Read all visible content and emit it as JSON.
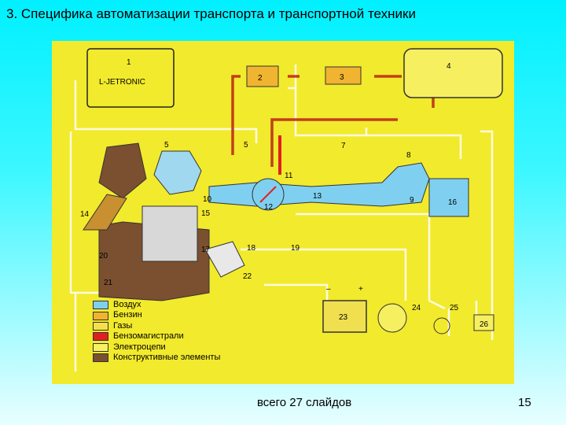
{
  "slide": {
    "title": "3. Специфика автоматизации транспорта и транспортной техники",
    "footer_count": "всего 27 слайдов",
    "page_number": "15"
  },
  "diagram": {
    "box1_number": "1",
    "box1_name": "L-JETRONIC",
    "component_numbers": {
      "n2": "2",
      "n3": "3",
      "n4": "4",
      "n5a": "5",
      "n5b": "5",
      "n7": "7",
      "n8": "8",
      "n9": "9",
      "n10": "10",
      "n11": "11",
      "n12": "12",
      "n13": "13",
      "n14": "14",
      "n15": "15",
      "n16": "16",
      "n17": "17",
      "n18": "18",
      "n19": "19",
      "n20": "20",
      "n21": "21",
      "n22": "22",
      "n23": "23",
      "n24": "24",
      "n25": "25",
      "n26": "26"
    },
    "battery_minus": "–",
    "battery_plus": "+"
  },
  "legend": [
    {
      "label": "Воздух",
      "color": "#7fd0f0"
    },
    {
      "label": "Бензин",
      "color": "#f0b430"
    },
    {
      "label": "Газы",
      "color": "#f6e04a"
    },
    {
      "label": "Бензомагистрали",
      "color": "#e02020"
    },
    {
      "label": "Электроцепи",
      "color": "#f8f060"
    },
    {
      "label": "Конструктивные элементы",
      "color": "#7a5030"
    }
  ]
}
